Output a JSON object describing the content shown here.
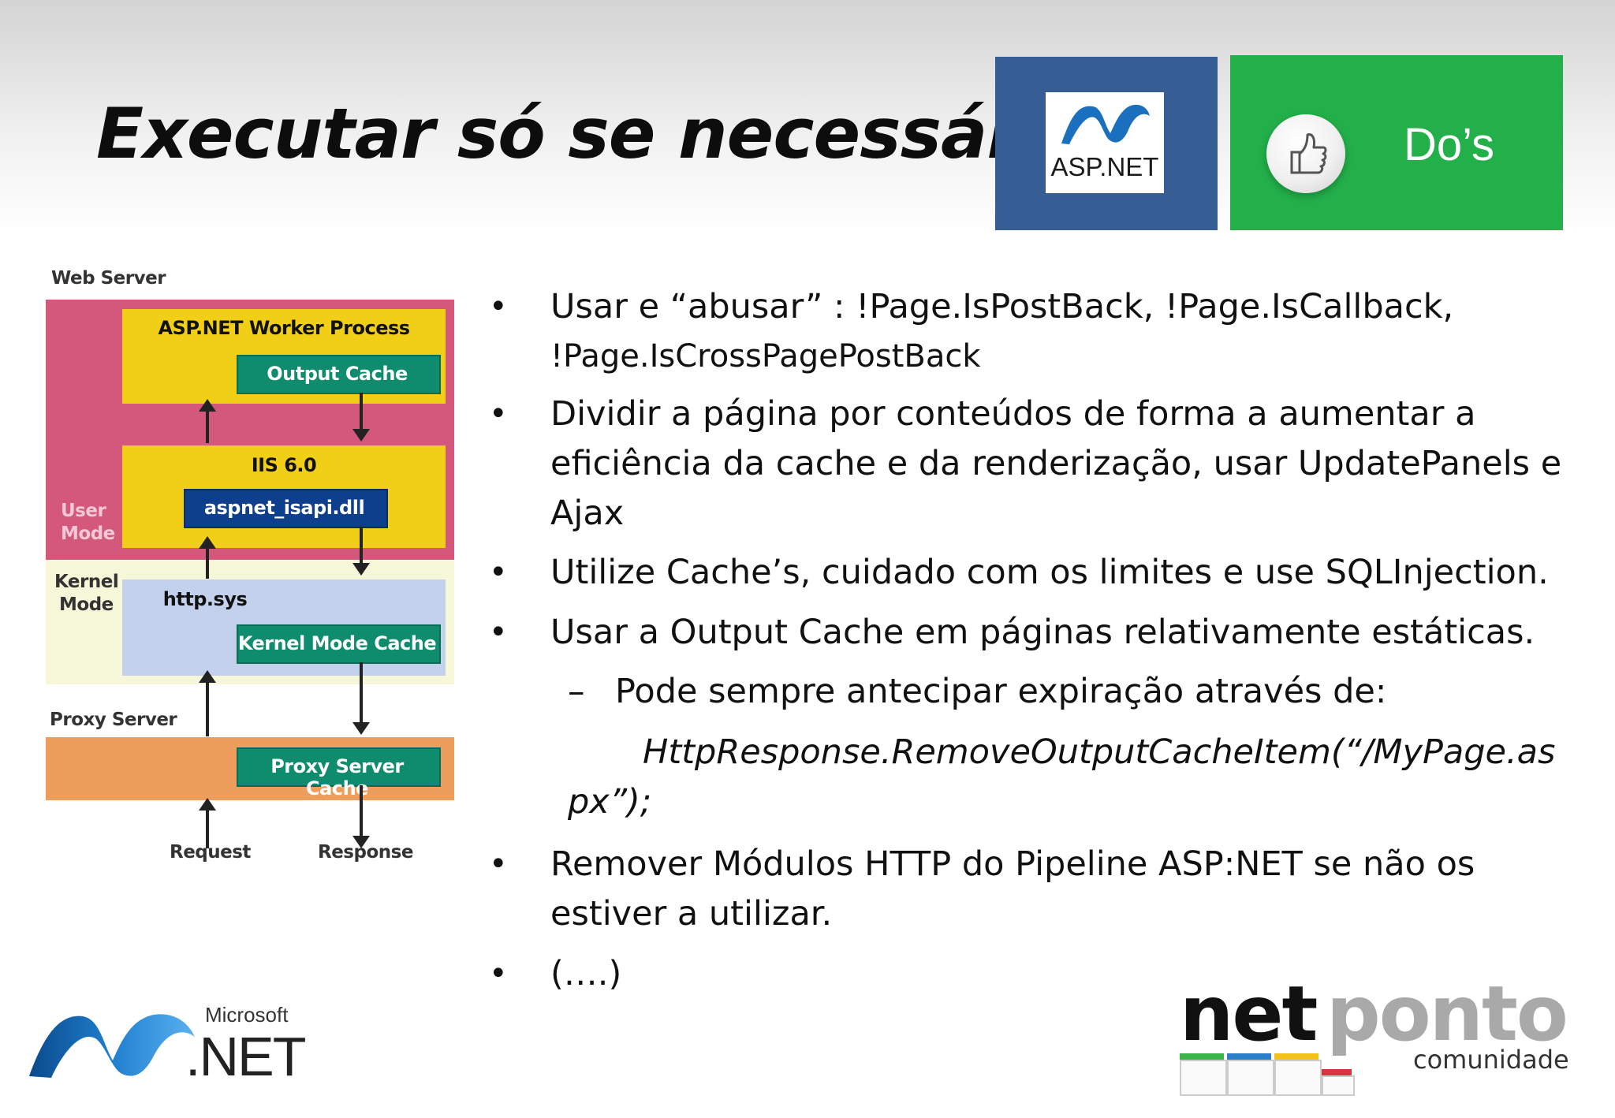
{
  "title": "Executar só se necessário",
  "tiles": {
    "asp_label": "ASP.NET",
    "dos_label": "Do’s",
    "asp_color": "#365e95",
    "dos_color": "#23b04a"
  },
  "diagram": {
    "web_server": "Web Server",
    "worker_process": "ASP.NET Worker Process",
    "output_cache": "Output Cache",
    "iis": "IIS 6.0",
    "isapi": "aspnet_isapi.dll",
    "user_mode_1": "User",
    "user_mode_2": "Mode",
    "kernel_mode_1": "Kernel",
    "kernel_mode_2": "Mode",
    "http_sys": "http.sys",
    "kernel_cache": "Kernel Mode Cache",
    "proxy_server": "Proxy Server",
    "proxy_cache": "Proxy Server Cache",
    "request": "Request",
    "response": "Response"
  },
  "bullets": {
    "b1_l1": "Usar e “abusar” : !Page.IsPostBack, !Page.IsCallback,",
    "b1_l2": "!Page.IsCrossPagePostBack",
    "b2_l1": "Dividir a página por conteúdos de forma a aumentar a",
    "b2_l2": "eficiência da cache e da renderização, usar UpdatePanels e",
    "b2_l3": "Ajax",
    "b3": "Utilize Cache’s, cuidado com os limites e use SQLInjection.",
    "b4": "Usar a Output Cache em páginas relativamente estáticas.",
    "sub_dash": "–",
    "sub1": "Pode sempre antecipar expiração através de:",
    "code_l1": "HttpResponse.RemoveOutputCacheItem(“/MyPage.as",
    "code_l2": "px”);",
    "b5_l1": "Remover Módulos HTTP do Pipeline ASP:NET se não os",
    "b5_l2": "estiver a utilizar.",
    "b6": "(….)",
    "bullet_char": "•"
  },
  "logos": {
    "microsoft": "Microsoft",
    "dotnet": ".NET",
    "net": "net",
    "ponto": "ponto",
    "comunidade": "comunidade"
  }
}
